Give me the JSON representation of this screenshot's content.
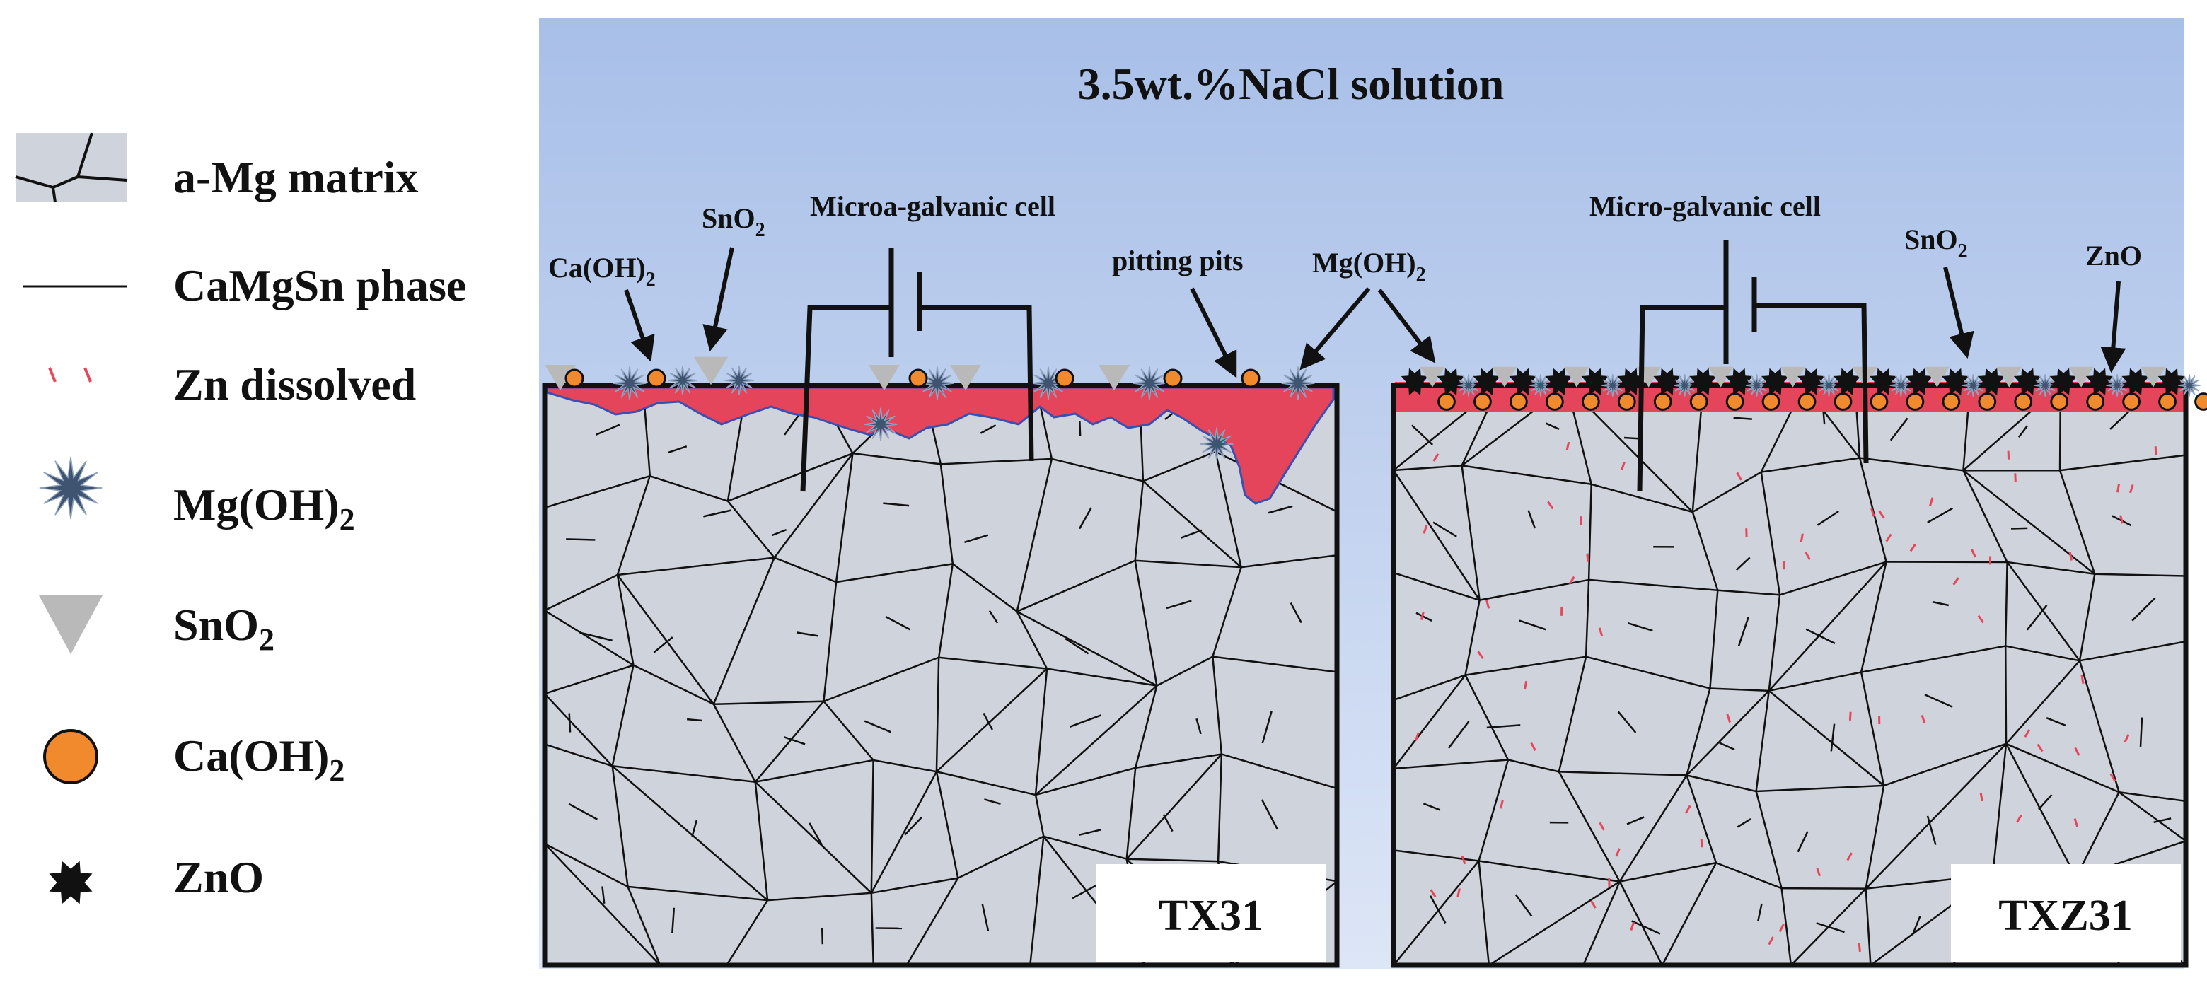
{
  "solution_label": "3.5wt.%NaCl solution",
  "legend": [
    {
      "id": "matrix",
      "label": "a-Mg matrix",
      "base": "a-Mg matrix",
      "sub": ""
    },
    {
      "id": "camgsn",
      "label": "CaMgSn phase",
      "base": "CaMgSn phase",
      "sub": ""
    },
    {
      "id": "zn",
      "label": "Zn dissolved",
      "base": "Zn dissolved",
      "sub": ""
    },
    {
      "id": "mgoh",
      "label": "Mg(OH)2",
      "base": "Mg(OH)",
      "sub": "2"
    },
    {
      "id": "sno2",
      "label": "SnO2",
      "base": "SnO",
      "sub": "2"
    },
    {
      "id": "caoh",
      "label": "Ca(OH)2",
      "base": "Ca(OH)",
      "sub": "2"
    },
    {
      "id": "zno",
      "label": "ZnO",
      "base": "ZnO",
      "sub": ""
    }
  ],
  "panels": [
    {
      "id": "tx31",
      "label": "TX31"
    },
    {
      "id": "txz31",
      "label": "TXZ31"
    }
  ],
  "annotations": {
    "tx31": {
      "caoh": {
        "base": "Ca(OH)",
        "sub": "2"
      },
      "sno2": {
        "base": "SnO",
        "sub": "2"
      },
      "galvanic": "Microa-galvanic cell",
      "pitting": "pitting pits",
      "mgoh": {
        "base": "Mg(OH)",
        "sub": "2"
      }
    },
    "txz31": {
      "galvanic": "Micro-galvanic cell",
      "sno2": {
        "base": "SnO",
        "sub": "2"
      },
      "zno": "ZnO"
    }
  },
  "colors": {
    "solution_top": "#a8bfe8",
    "solution_bottom": "#dde6f6",
    "corrosion_layer": "#e5455a",
    "matrix": "#cfd3dc",
    "grain_boundary": "#111111",
    "zn_dissolved": "#e8465a",
    "mgoh": "#3e5470",
    "sno2": "#b9b9b9",
    "caoh": "#f08a2c",
    "zno": "#111111",
    "pit_outline": "#3b4fb0"
  }
}
